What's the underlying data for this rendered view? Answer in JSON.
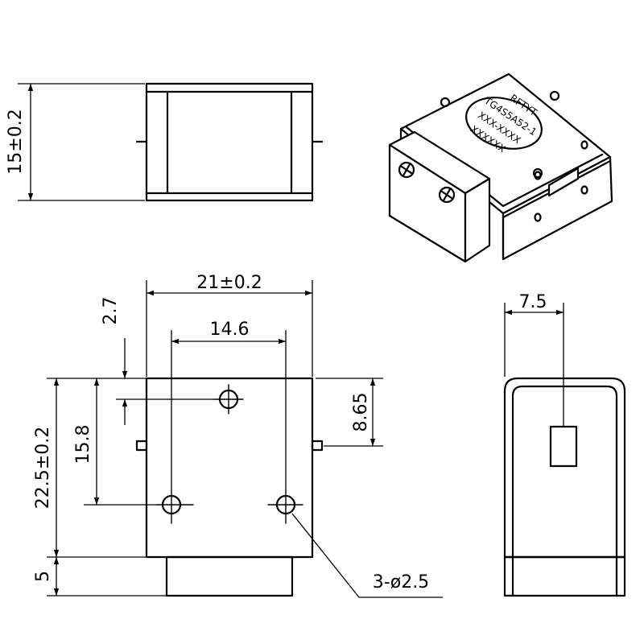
{
  "dimensions": {
    "height_top_view": "15±0.2",
    "width_overall": "21±0.2",
    "offset_top_hole": "2.7",
    "hole_spacing": "14.6",
    "port_offset": "8.65",
    "hole_vertical_spacing": "15.8",
    "body_length": "22.5±0.2",
    "connector_length": "5",
    "side_width": "7.5",
    "holes_callout": "3-ø2.5"
  },
  "label": {
    "brand": "RFTYT",
    "line1": "TG4S5A52-1",
    "line2": "XXX-XXXX",
    "line3": "XXXXXX"
  },
  "colors": {
    "line": "#000000",
    "background": "#ffffff"
  }
}
